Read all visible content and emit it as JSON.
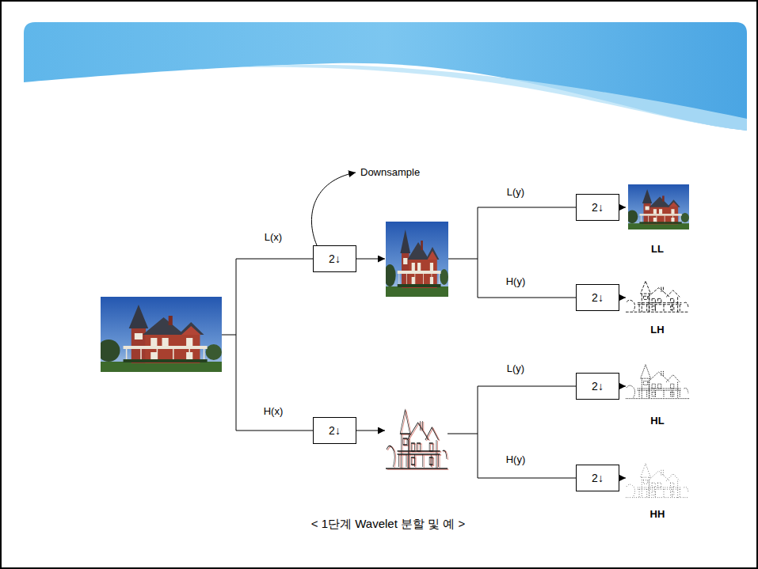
{
  "diagram": {
    "caption": "< 1단계 Wavelet 분할 및 예 >",
    "nodes": [
      {
        "text": [
          "2↓"
        ]
      },
      {
        "text": [
          "2↓"
        ]
      },
      {
        "text": [
          "LL"
        ]
      },
      {
        "text": [
          "2↓"
        ]
      },
      {
        "text": [
          "LH"
        ]
      },
      {
        "text": [
          "2↓"
        ]
      },
      {
        "text": [
          "2↓"
        ]
      },
      {
        "text": [
          "HL"
        ]
      },
      {
        "text": [
          "2↓"
        ]
      },
      {
        "text": [
          "HH"
        ]
      }
    ],
    "edges": [
      {
        "from": 1,
        "to": 2,
        "arrow": "to"
      },
      {
        "from": 3,
        "to": 4,
        "arrow": "to"
      },
      {
        "from": 6,
        "to": 7,
        "arrow": "to"
      },
      {
        "from": 8,
        "to": 9,
        "arrow": "to"
      }
    ],
    "labels": [
      "Downsample",
      "L(x)",
      "H(x)",
      "L(y)",
      "H(y)",
      "L(y)",
      "H(y)"
    ]
  }
}
